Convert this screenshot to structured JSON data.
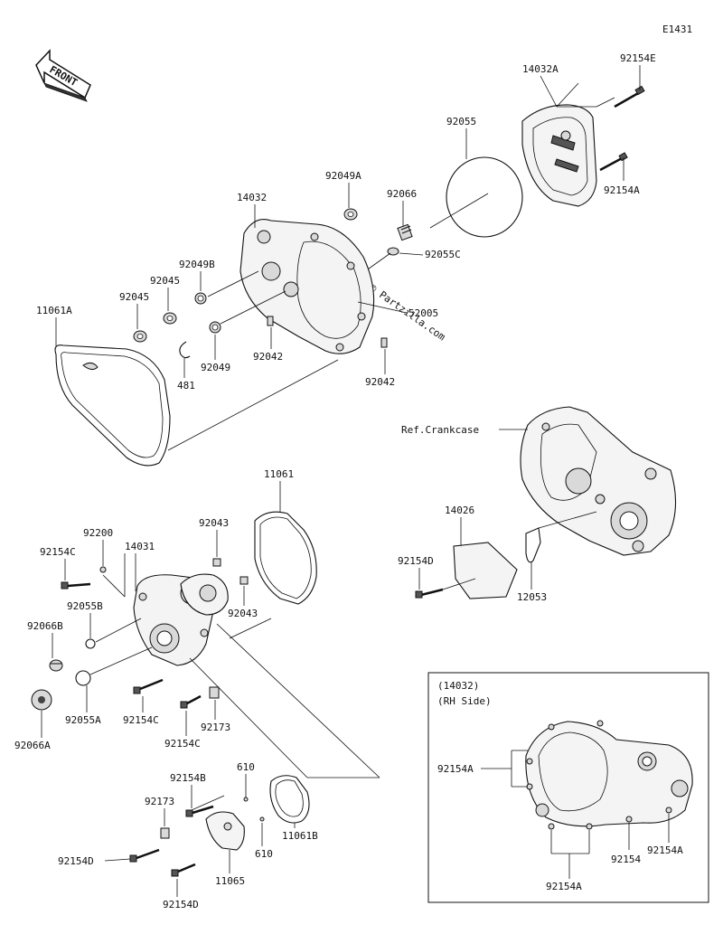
{
  "diagram_code": "E1431",
  "front_label": "FRONT",
  "watermark": "© Partzilla.com",
  "reference_label": "Ref.Crankcase",
  "inset": {
    "title_line1": "(14032)",
    "title_line2": "(RH Side)"
  },
  "parts": {
    "p14032A": "14032A",
    "p92154E": "92154E",
    "p92154A_top": "92154A",
    "p92055": "92055",
    "p92049A": "92049A",
    "p92066": "92066",
    "p14032": "14032",
    "p92055C": "92055C",
    "p92049B": "92049B",
    "p92045_a": "92045",
    "p92045_b": "92045",
    "p52005": "52005",
    "p11061A": "11061A",
    "p92042_a": "92042",
    "p92049": "92049",
    "p481": "481",
    "p92042_b": "92042",
    "p11061": "11061",
    "p92043_a": "92043",
    "p92200": "92200",
    "p14031": "14031",
    "p92154C_a": "92154C",
    "p92055B": "92055B",
    "p92043_b": "92043",
    "p92066B": "92066B",
    "p92055A": "92055A",
    "p92154C_b": "92154C",
    "p92154C_c": "92154C",
    "p92173_a": "92173",
    "p92066A": "92066A",
    "p14026": "14026",
    "p92154D_a": "92154D",
    "p12053": "12053",
    "p610_a": "610",
    "p92154B": "92154B",
    "p92173_b": "92173",
    "p11061B": "11061B",
    "p610_b": "610",
    "p92154D_b": "92154D",
    "p11065": "11065",
    "p92154D_c": "92154D",
    "inset_92154A_a": "92154A",
    "inset_92154": "92154",
    "inset_92154A_b": "92154A",
    "inset_92154A_c": "92154A"
  }
}
